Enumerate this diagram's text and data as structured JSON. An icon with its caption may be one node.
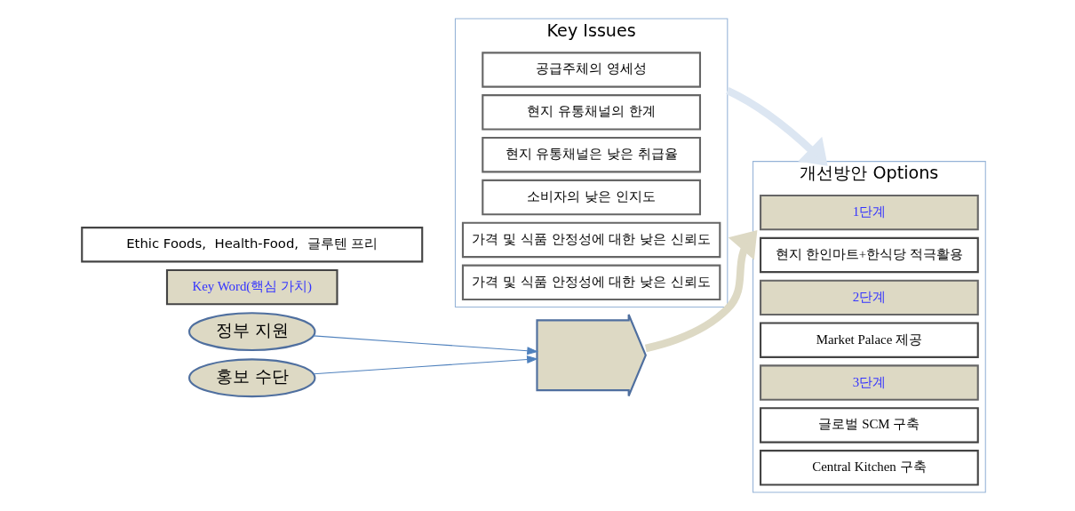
{
  "diagram": {
    "nodes": [
      {
        "text": [
          "Key Issues"
        ]
      },
      {
        "text": [
          "공급주체의 영세성"
        ],
        "in": 0
      },
      {
        "text": [
          "현지 유통채널의 한계"
        ],
        "in": 0
      },
      {
        "text": [
          "현지 유통채널은 낮은 취급율"
        ],
        "in": 0
      },
      {
        "text": [
          "소비자의 낮은 인지도"
        ],
        "in": 0
      },
      {
        "text": [
          "가격 및 식품 안정성에 대한 낮은 신뢰도"
        ],
        "in": 0
      },
      {
        "text": [
          "가격 및 식품 안정성에 대한 낮은 신뢰도"
        ],
        "in": 0
      },
      {
        "text": [
          "개선방안 Options"
        ]
      },
      {
        "text": [
          "1단계"
        ],
        "in": 7
      },
      {
        "text": [
          "현지 한인마트+한식당 적극활용"
        ],
        "in": 7
      },
      {
        "text": [
          "2단계"
        ],
        "in": 7
      },
      {
        "text": [
          "Market Palace 제공"
        ],
        "in": 7
      },
      {
        "text": [
          "3단계"
        ],
        "in": 7
      },
      {
        "text": [
          "글로벌 SCM 구축"
        ],
        "in": 7
      },
      {
        "text": [
          "Central Kitchen 구축"
        ],
        "in": 7
      },
      {
        "text": [
          "정부 지원"
        ]
      },
      {
        "text": [],
        "shape": "arrow"
      },
      {
        "text": [
          "홍보 수단"
        ]
      },
      {
        "text": [
          "Key Word(핵심 가치)"
        ]
      },
      {
        "text": [
          "Ethic Foods,  Health-Food,  글루텐 프리"
        ]
      }
    ],
    "edges": [
      {
        "from": 0,
        "to": 7,
        "arrow": "to",
        "style": "thick",
        "color": "#dce6f2"
      },
      {
        "from": 15,
        "to": 16,
        "arrow": "to"
      },
      {
        "from": 17,
        "to": 16,
        "arrow": "to"
      },
      {
        "from": 16,
        "to": 7,
        "arrow": "to",
        "style": "thick",
        "color": "#ddd9c4"
      }
    ]
  }
}
